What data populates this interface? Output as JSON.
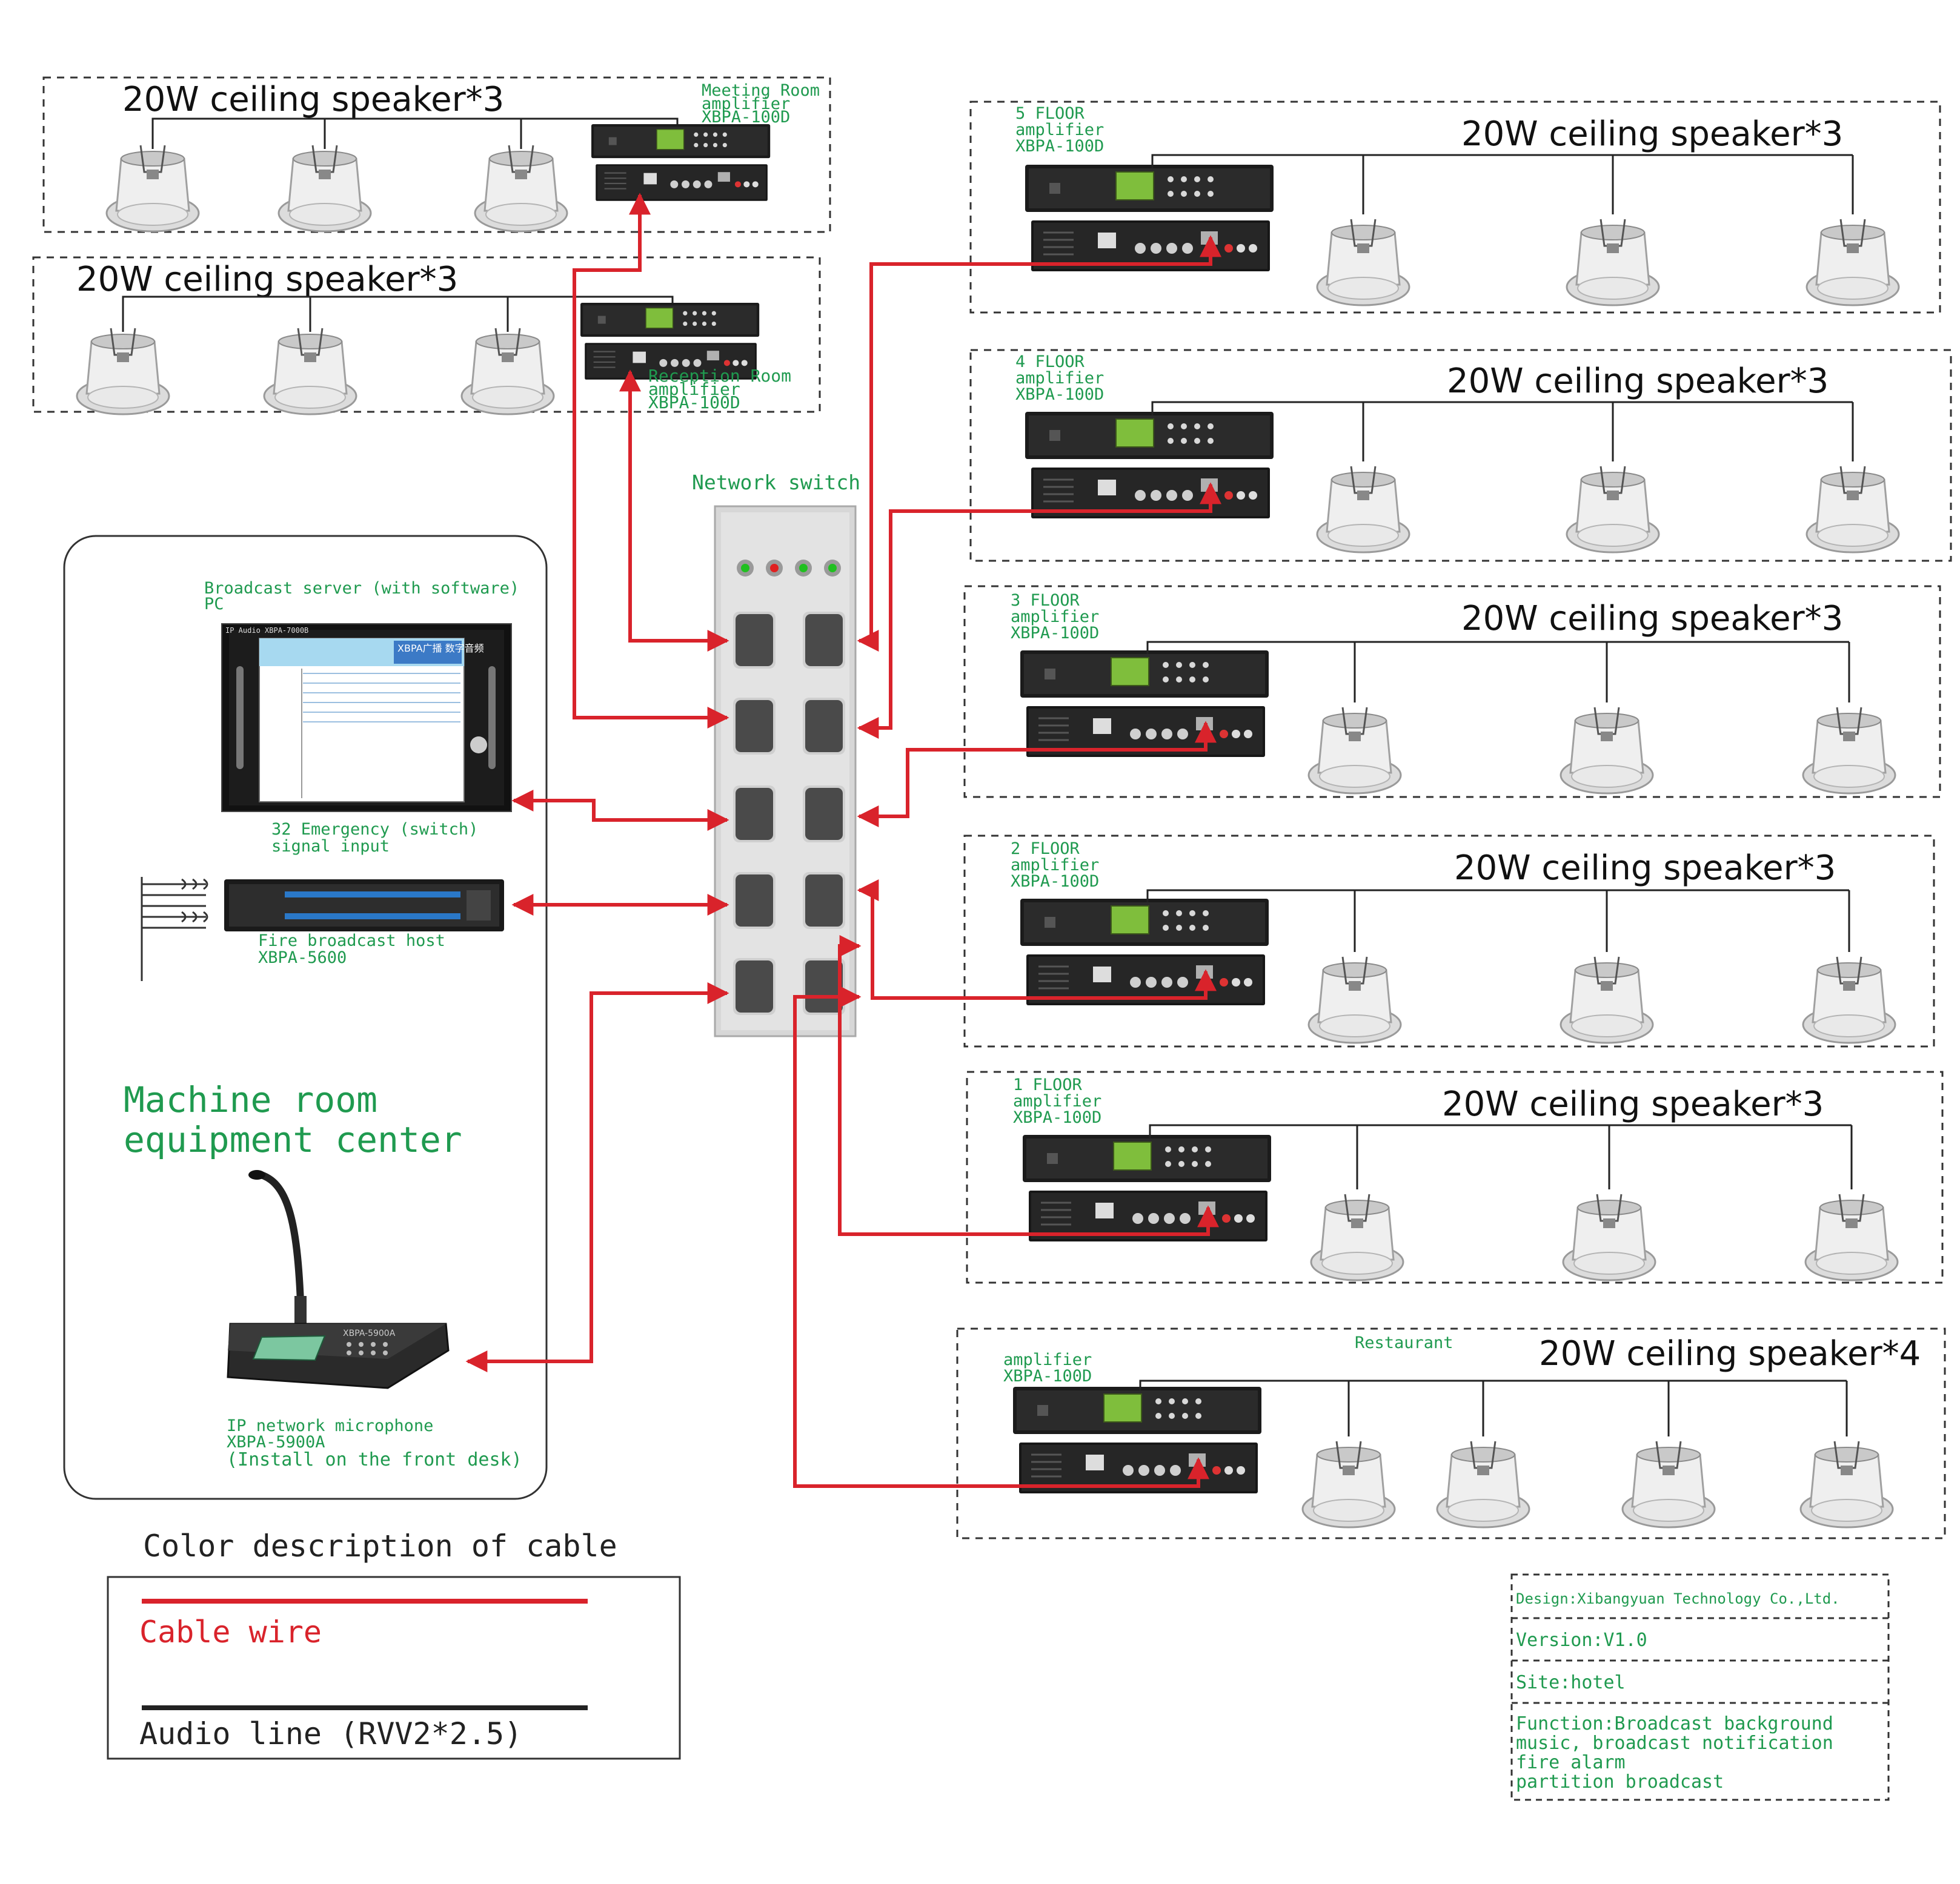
{
  "zones": [
    {
      "id": "meeting",
      "title": "20W ceiling speaker*3",
      "amp_lines": [
        "Meeting Room",
        "amplifier",
        "XBPA-100D"
      ],
      "speakers": 3
    },
    {
      "id": "reception",
      "title": "20W ceiling speaker*3",
      "amp_lines": [
        "Reception Room",
        "amplifier",
        "XBPA-100D"
      ],
      "speakers": 3
    },
    {
      "id": "f5",
      "title": "20W ceiling speaker*3",
      "amp_lines": [
        "5 FLOOR",
        "amplifier",
        "XBPA-100D"
      ],
      "speakers": 3
    },
    {
      "id": "f4",
      "title": "20W ceiling speaker*3",
      "amp_lines": [
        "4 FLOOR",
        "amplifier",
        "XBPA-100D"
      ],
      "speakers": 3
    },
    {
      "id": "f3",
      "title": "20W ceiling speaker*3",
      "amp_lines": [
        "3 FLOOR",
        "amplifier",
        "XBPA-100D"
      ],
      "speakers": 3
    },
    {
      "id": "f2",
      "title": "20W ceiling speaker*3",
      "amp_lines": [
        "2 FLOOR",
        "amplifier",
        "XBPA-100D"
      ],
      "speakers": 3
    },
    {
      "id": "f1",
      "title": "20W ceiling speaker*3",
      "amp_lines": [
        "1 FLOOR",
        "amplifier",
        "XBPA-100D"
      ],
      "speakers": 3
    },
    {
      "id": "restaurant",
      "title": "20W ceiling speaker*4",
      "name": "Restaurant",
      "amp_lines": [
        "amplifier",
        "XBPA-100D"
      ],
      "speakers": 4
    }
  ],
  "network_switch": {
    "label": "Network switch"
  },
  "machine_room": {
    "title_lines": [
      "Machine room",
      "equipment center"
    ],
    "server_label": [
      "Broadcast server (with software)",
      "PC"
    ],
    "server_brand": "XBPA广播 数字音频",
    "server_model": "IP Audio  XBPA-7000B",
    "emergency_label": [
      "32 Emergency (switch)",
      "signal input"
    ],
    "fire_label": [
      "Fire broadcast host",
      "XBPA-5600"
    ],
    "mic_label": [
      "IP network microphone",
      "XBPA-5900A",
      "(Install on the front desk)"
    ],
    "mic_model": "XBPA-5900A"
  },
  "legend": {
    "title": "Color description of cable",
    "cable": "Cable wire",
    "audio": "Audio line (RVV2*2.5)",
    "cable_color": "#d9232b",
    "audio_color": "#222222"
  },
  "info": {
    "design": "Design:Xibangyuan Technology Co.,Ltd.",
    "version": "Version:V1.0",
    "site": "Site:hotel",
    "function_lines": [
      "Function:Broadcast background",
      "music, broadcast notification",
      "fire alarm",
      "partition broadcast"
    ]
  },
  "colors": {
    "cable": "#d9232b",
    "label_green": "#1f9a4f"
  }
}
